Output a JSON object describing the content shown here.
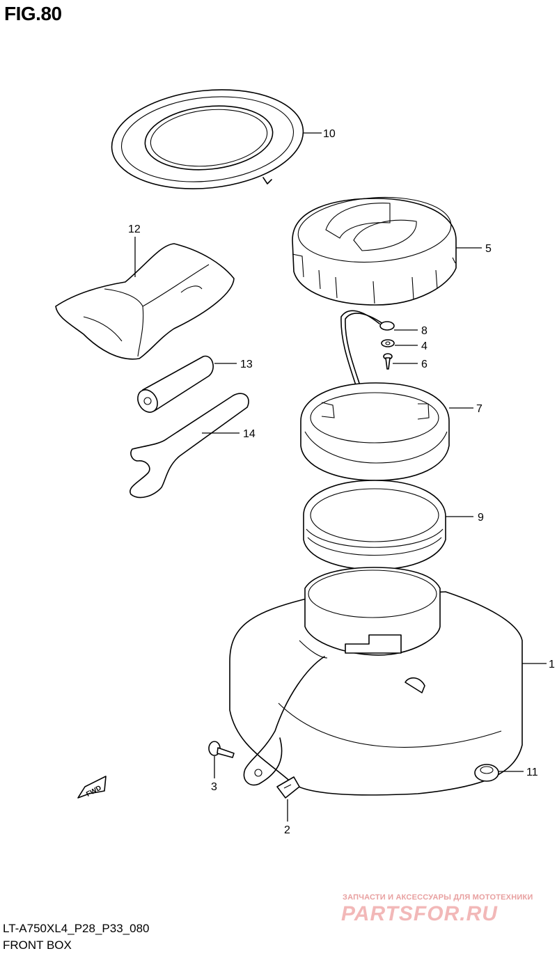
{
  "figure": {
    "title": "FIG.80",
    "code": "LT-A750XL4_P28_P33_080",
    "caption": "FRONT BOX"
  },
  "watermark": {
    "line1": "ЗАПЧАСТИ И АКСЕССУАРЫ ДЛЯ МОТОТЕХНИКИ",
    "line2": "PARTSFOR.RU",
    "color": "#e8a0a0"
  },
  "fwd_label": "FWD",
  "callouts": [
    "10",
    "12",
    "5",
    "8",
    "4",
    "6",
    "13",
    "7",
    "14",
    "9",
    "1",
    "11",
    "3",
    "2"
  ]
}
